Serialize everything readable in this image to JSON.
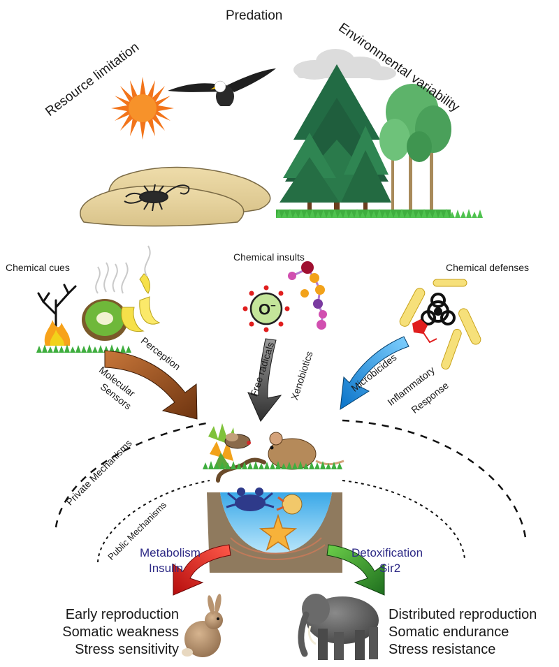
{
  "pressures": {
    "resource_limitation": "Resource limitation",
    "predation": "Predation",
    "environmental_variability": "Environmental variability"
  },
  "inputs": {
    "chemical_cues": "Chemical cues",
    "chemical_insults": "Chemical insults",
    "chemical_defenses": "Chemical defenses",
    "superoxide_symbol": "O",
    "superoxide_charge": "−"
  },
  "arrows": {
    "perception": "Perception",
    "molecular_sensors_1": "Molecular",
    "molecular_sensors_2": "Sensors",
    "free_radicals": "Free radicals",
    "xenobiotics": "Xenobiotics",
    "microbicides": "Microbicides",
    "inflammatory": "Inflammatory",
    "response": "Response"
  },
  "mechanisms": {
    "private": "Private Mechanisms",
    "public": "Public Mechanisms"
  },
  "pathways": {
    "left": {
      "line1": "Metabolism",
      "line2": "Insulin"
    },
    "right": {
      "line1": "Detoxification",
      "line2": "Sir2"
    }
  },
  "outcomes": {
    "left": [
      "Early reproduction",
      "Somatic weakness",
      "Stress sensitivity"
    ],
    "right": [
      "Distributed reproduction",
      "Somatic endurance",
      "Stress resistance"
    ]
  },
  "colors": {
    "pathway_text": "#2e2a86",
    "perception_arrow": "#9a4d1a",
    "insults_arrow": "#5a5a5a",
    "defenses_arrow": "#1e9de0",
    "left_arrow": "#e01e1e",
    "right_arrow": "#2f9a2f"
  }
}
